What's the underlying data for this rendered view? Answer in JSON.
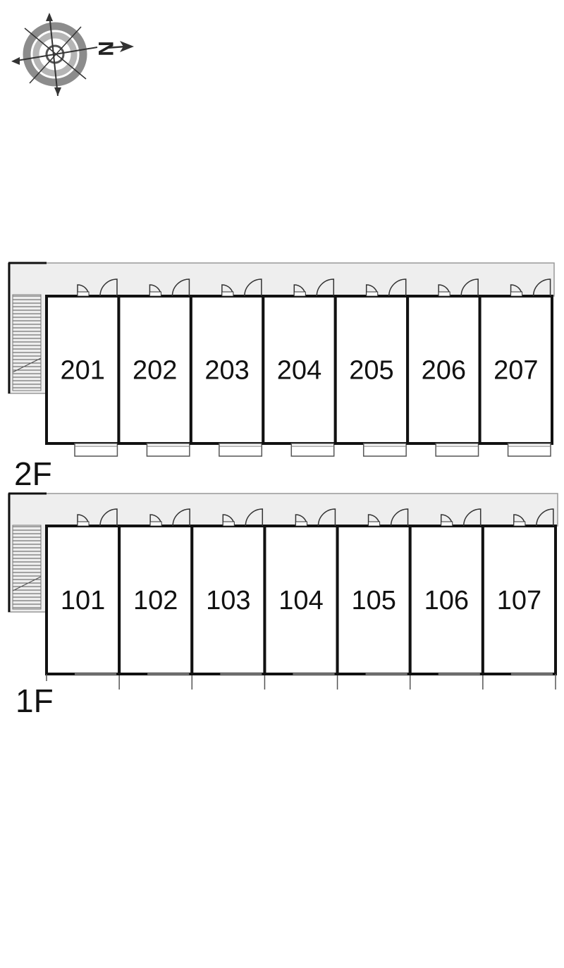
{
  "compass": {
    "icon": "compass-rose-icon",
    "north_label": "N",
    "colors": {
      "ring_outer": "#8c8c8c",
      "ring_inner": "#b5b5b5",
      "needle": "#333333"
    }
  },
  "floors": [
    {
      "label": "2F",
      "rooms": [
        "201",
        "202",
        "203",
        "204",
        "205",
        "206",
        "207"
      ],
      "has_balconies": true
    },
    {
      "label": "1F",
      "rooms": [
        "101",
        "102",
        "103",
        "104",
        "105",
        "106",
        "107"
      ],
      "has_balconies": false
    }
  ],
  "colors": {
    "corridor": "#eeeeee",
    "corridor_stroke": "#999999",
    "wall": "#111111",
    "door": "#333333"
  }
}
